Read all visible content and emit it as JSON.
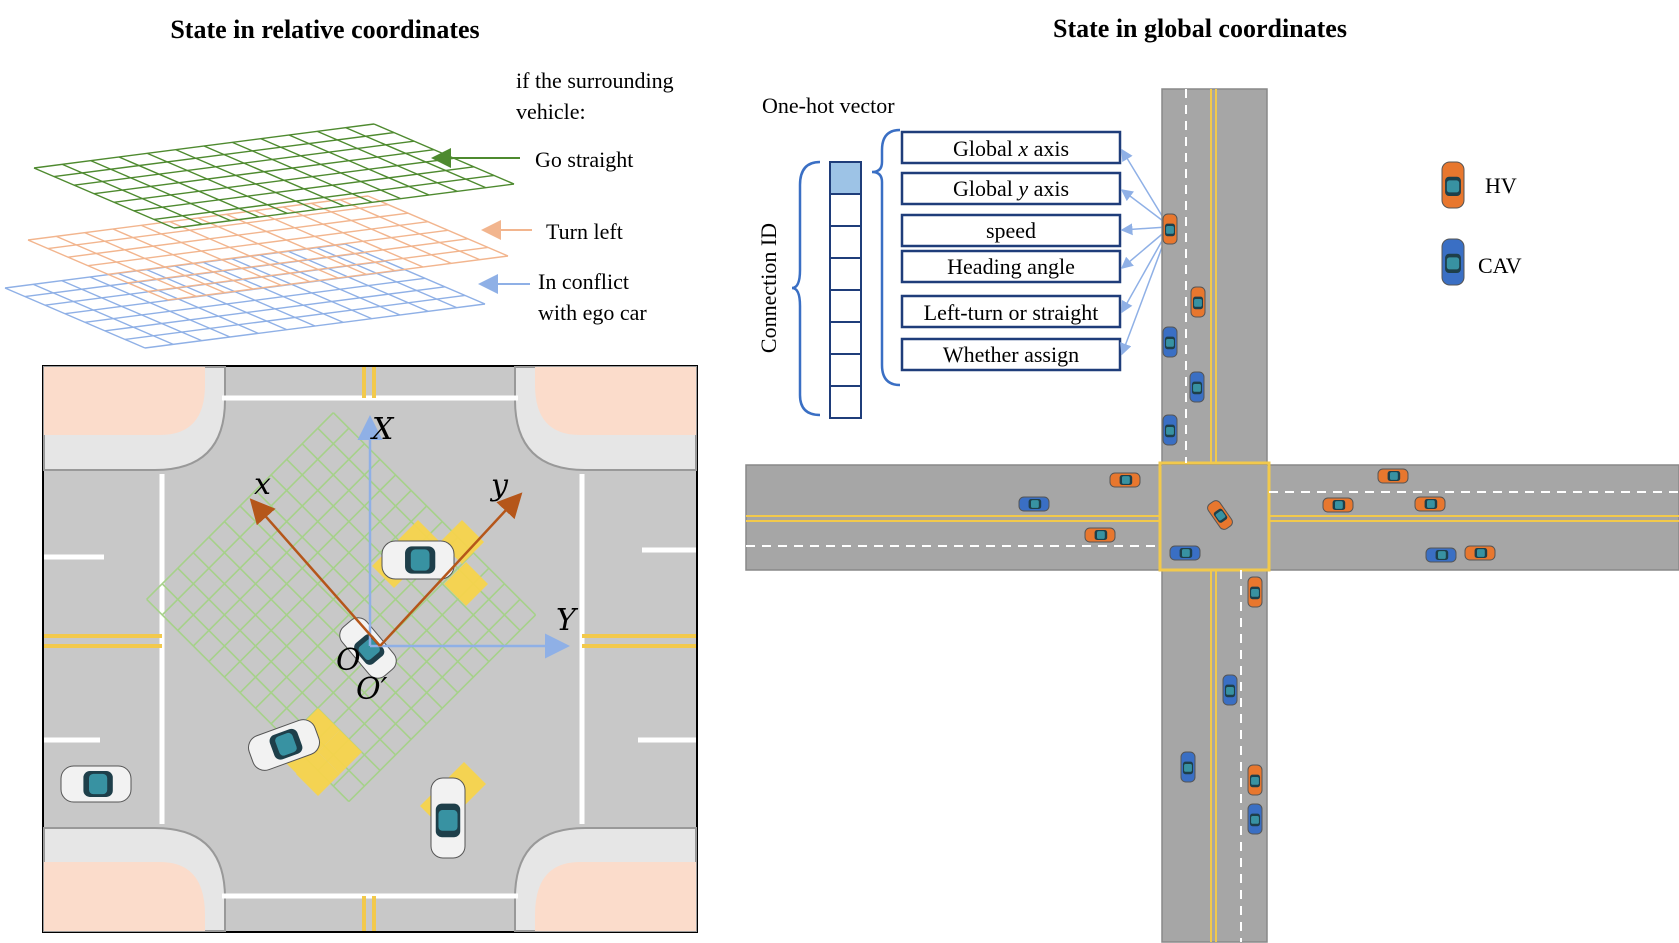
{
  "left_panel": {
    "title": "State in relative coordinates",
    "layer_caption": "if the surrounding vehicle:",
    "layers": [
      {
        "label": "Go straight",
        "color": "#4e8a2f"
      },
      {
        "label": "Turn left",
        "color": "#f2b58e"
      },
      {
        "label": "In conflict with ego car",
        "color": "#8fb0e6"
      }
    ],
    "axes": {
      "X": "X",
      "Y": "Y",
      "x": "x",
      "y": "y",
      "O": "O",
      "O_prime": "O′"
    }
  },
  "right_panel": {
    "title": "State in global coordinates",
    "onehot_label": "One-hot vector",
    "connection_label": "Connection ID",
    "features": [
      "Global x axis",
      "Global y axis",
      "speed",
      "Heading angle",
      "Left-turn or straight",
      "Whether assign"
    ],
    "legend": [
      {
        "label": "HV",
        "color": "#e8772e"
      },
      {
        "label": "CAV",
        "color": "#3a6fc4"
      }
    ]
  },
  "colors": {
    "grid_green": "#a6d18a",
    "arrow_brown": "#b5561a",
    "axis_blue": "#8fb0e6",
    "road_gray": "#a6a6a6",
    "lane_yellow": "#f2c94c",
    "box_navy": "#1f3d7a",
    "onehot_fill": "#9dc3e6"
  }
}
